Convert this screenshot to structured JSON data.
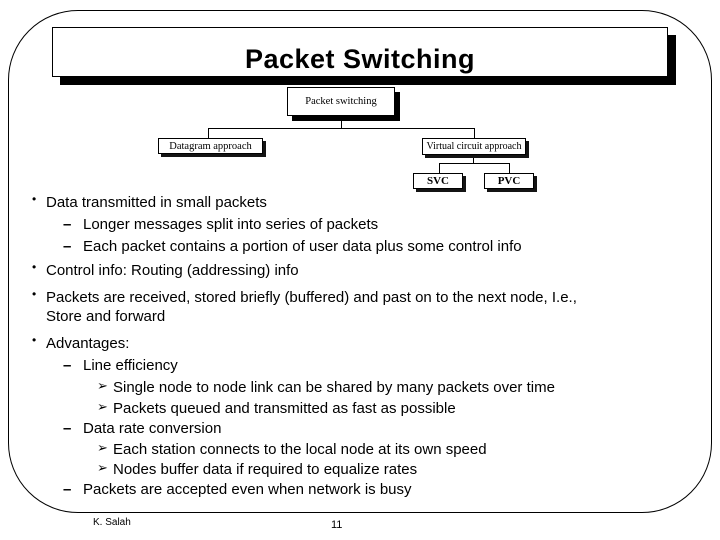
{
  "slide": {
    "title": "Packet Switching",
    "footer": {
      "author": "K. Salah",
      "page_number": "11"
    }
  },
  "diagram": {
    "root": "Packet switching",
    "left_child": "Datagram approach",
    "right_child": "Virtual circuit approach",
    "svc": "SVC",
    "pvc": "PVC"
  },
  "bullets": {
    "glyphs": {
      "level1": "•",
      "level2": "–",
      "level3": "➢"
    },
    "lines": [
      {
        "level": 1,
        "text": "Data transmitted in small packets"
      },
      {
        "level": 2,
        "text": "Longer messages split into series of packets"
      },
      {
        "level": 2,
        "text": "Each packet contains a portion of user data plus some control info"
      },
      {
        "level": 1,
        "text": "Control info: Routing (addressing) info"
      },
      {
        "level": 1,
        "text": "Packets are received, stored briefly (buffered) and past on to the next node, I.e.,"
      },
      {
        "level": 0,
        "text": "Store and forward"
      },
      {
        "level": 1,
        "text": "Advantages:"
      },
      {
        "level": 2,
        "text": "Line efficiency"
      },
      {
        "level": 3,
        "text": "Single node to node link can be shared by many packets over time"
      },
      {
        "level": 3,
        "text": "Packets queued and transmitted as fast as possible"
      },
      {
        "level": 2,
        "text": "Data rate conversion"
      },
      {
        "level": 3,
        "text": "Each station connects to the local node at its own speed"
      },
      {
        "level": 3,
        "text": "Nodes buffer data if required to equalize rates"
      },
      {
        "level": 2,
        "text": "Packets are accepted even when network is busy"
      }
    ]
  },
  "colors": {
    "background": "#ffffff",
    "text": "#000000",
    "border": "#000000"
  }
}
